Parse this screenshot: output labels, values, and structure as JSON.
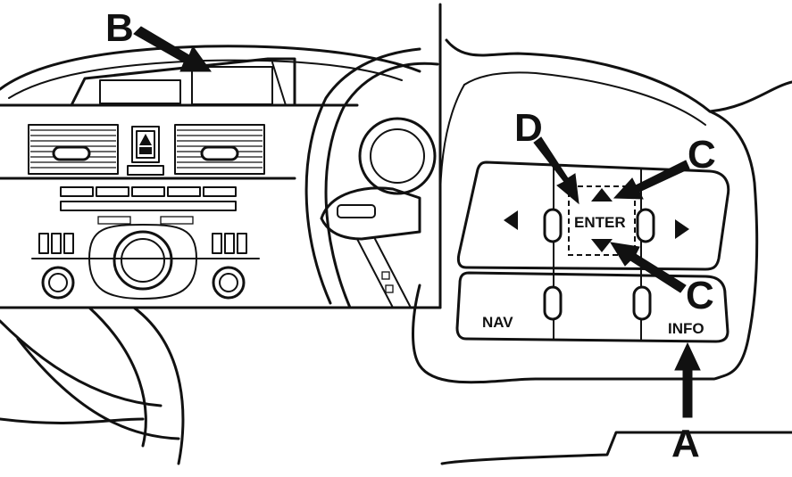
{
  "labels": {
    "a": "A",
    "b": "B",
    "c_top": "C",
    "c_bottom": "C",
    "d": "D"
  },
  "buttons": {
    "enter": "ENTER",
    "nav": "NAV",
    "info": "INFO"
  },
  "colors": {
    "ink": "#111111",
    "paper": "#ffffff"
  }
}
